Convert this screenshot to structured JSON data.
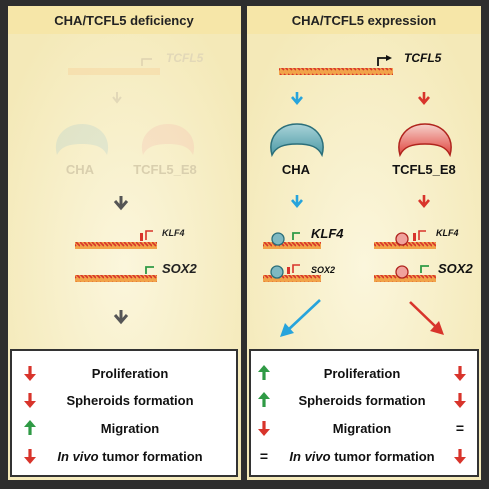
{
  "left_panel": {
    "title": "CHA/TCFL5 deficiency",
    "gene": "TCFL5",
    "protein_cha": "CHA",
    "protein_tcfl5": "TCFL5_E8",
    "gene_klf4": "KLF4",
    "gene_sox2": "SOX2",
    "outcomes": [
      {
        "direction": "down",
        "label": "Proliferation"
      },
      {
        "direction": "down",
        "label": "Spheroids formation"
      },
      {
        "direction": "up",
        "label": "Migration"
      },
      {
        "direction": "down",
        "label_italic": "In vivo",
        "label": " tumor formation"
      }
    ]
  },
  "right_panel": {
    "title": "CHA/TCFL5 expression",
    "gene": "TCFL5",
    "protein_cha": "CHA",
    "protein_tcfl5": "TCFL5_E8",
    "gene_klf4": "KLF4",
    "gene_sox2": "SOX2",
    "outcomes": [
      {
        "cha_effect": "up",
        "label": "Proliferation",
        "tcfl5_effect": "down"
      },
      {
        "cha_effect": "up",
        "label": "Spheroids formation",
        "tcfl5_effect": "down"
      },
      {
        "cha_effect": "down",
        "label": "Migration",
        "tcfl5_effect": "equal"
      },
      {
        "cha_effect": "equal",
        "label_italic": "In vivo",
        "label": " tumor formation",
        "tcfl5_effect": "down"
      }
    ],
    "equal_symbol": "="
  },
  "colors": {
    "frame": "#2e2e2e",
    "panel": "#f7eec2",
    "dna_orange": "#f1a349",
    "dna_red": "#d8342b",
    "cha_blue": "#5aa9b5",
    "tcfl5_red": "#e34540",
    "arrow_blue": "#27a4dc",
    "arrow_red": "#d8342b",
    "arrow_gray": "#555555",
    "arrow_green": "#2f9a45"
  }
}
